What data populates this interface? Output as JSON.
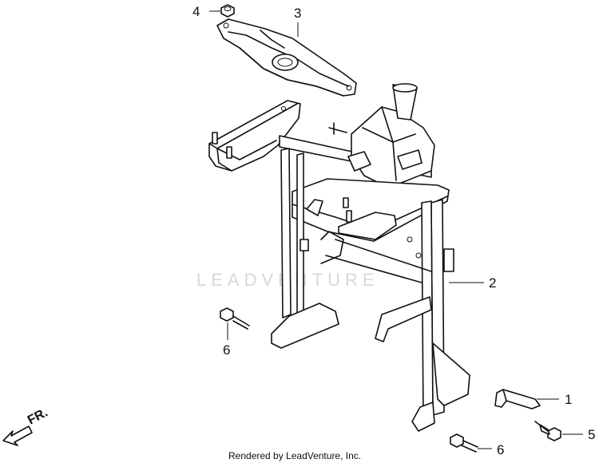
{
  "watermark": "LEADVENTURE",
  "caption": "Rendered by LeadVenture, Inc.",
  "front_indicator": "FR.",
  "callouts": {
    "c1": "1",
    "c2": "2",
    "c3": "3",
    "c4": "4",
    "c5": "5",
    "c6a": "6",
    "c6b": "6"
  }
}
